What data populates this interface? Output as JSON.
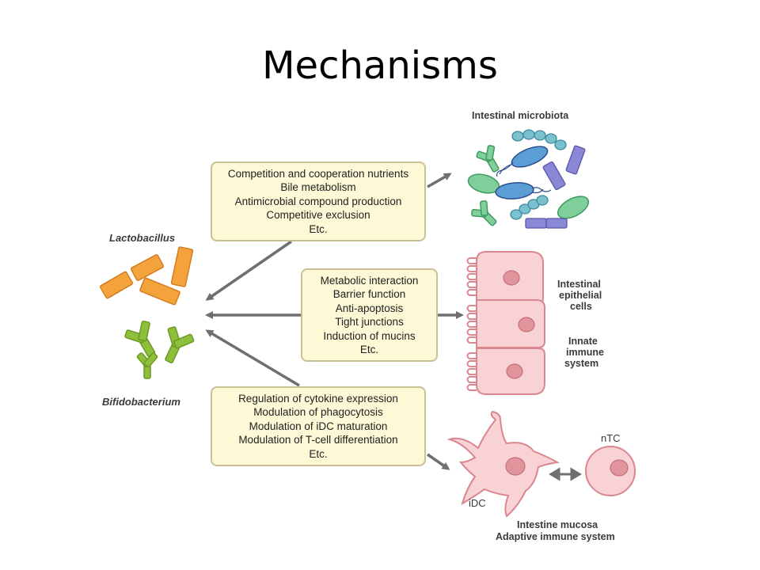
{
  "title": "Mechanisms",
  "boxes": [
    {
      "lines": [
        "Competition and cooperation nutrients",
        "Bile metabolism",
        "Antimicrobial compound production",
        "Competitive exclusion",
        "Etc."
      ]
    },
    {
      "lines": [
        "Metabolic interaction",
        "Barrier function",
        "Anti-apoptosis",
        "Tight junctions",
        "Induction of mucins",
        "Etc."
      ]
    },
    {
      "lines": [
        "Regulation of cytokine expression",
        "Modulation of phagocytosis",
        "Modulation of iDC maturation",
        "Modulation of T-cell differentiation",
        "Etc."
      ]
    }
  ],
  "labels": {
    "lactobacillus": "Lactobacillus",
    "bifidobacterium": "Bifidobacterium",
    "microbiota": "Intestinal microbiota",
    "epithelial_1": "Intestinal",
    "epithelial_2": "epithelial",
    "epithelial_3": "cells",
    "innate_1": "Innate",
    "innate_2": "immune",
    "innate_3": "system",
    "ntc": "nTC",
    "idc": "iDC",
    "mucosa": "Intestine mucosa",
    "adaptive": "Adaptive immune system"
  },
  "colors": {
    "box_fill": "#fdf8d6",
    "box_border": "#c9c094",
    "arrow": "#6f6f6f",
    "lactobacillus": "#f3a23c",
    "bifidobacterium": "#8dbf3a",
    "cell_fill": "#f9d2d6",
    "cell_stroke": "#d9868f",
    "nucleus": "#e0959c"
  }
}
